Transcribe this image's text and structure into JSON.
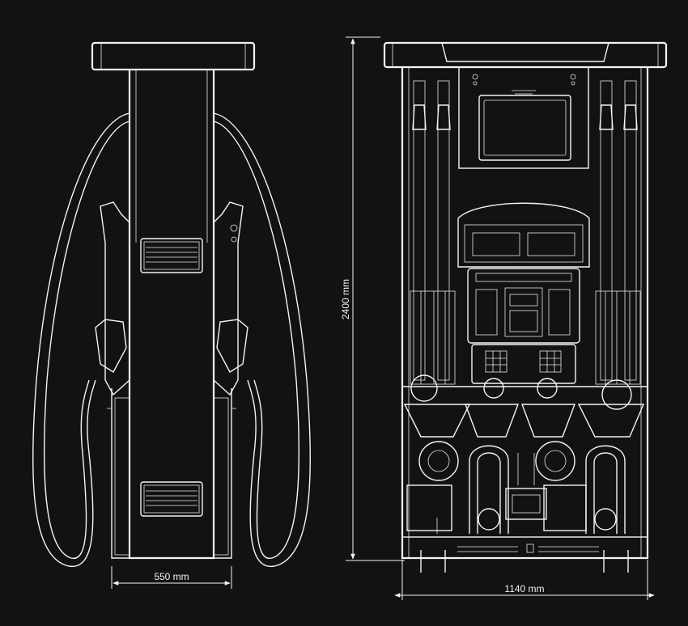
{
  "dimensions": {
    "side_width": "550 mm",
    "front_width": "1140 mm",
    "height": "2400 mm"
  },
  "colors": {
    "background": "#121212",
    "line": "#f4f4f4"
  }
}
